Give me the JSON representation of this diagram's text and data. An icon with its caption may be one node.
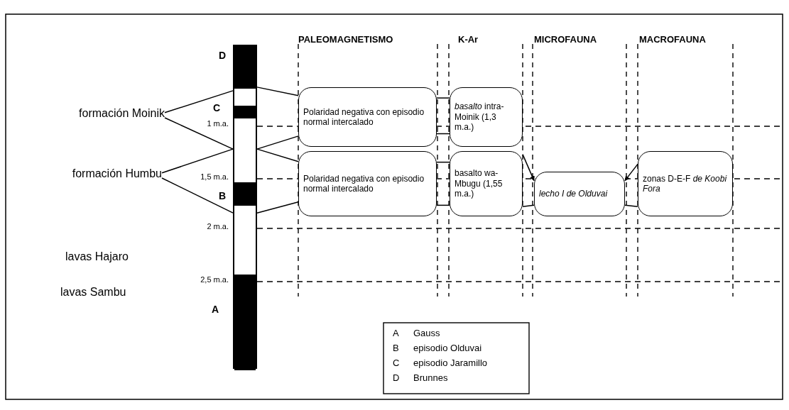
{
  "diagram": {
    "nodes": [
      {
        "text": [
          "formación Moinik"
        ]
      },
      {
        "text": [
          "formación Humbu"
        ]
      },
      {
        "text": [],
        "shape": "bar"
      },
      {
        "text": [
          "Polaridad negativa con episodio normal intercalado"
        ]
      },
      {
        "text": [
          "Polaridad negativa con episodio normal intercalado"
        ]
      },
      {
        "text": [
          "*basalto* intra-Moinik (1,3 m.a.)"
        ]
      },
      {
        "text": [
          "basalto wa-Mbugu (1,55 m.a.)"
        ]
      },
      {
        "text": [
          "lecho I de Olduvai"
        ]
      },
      {
        "text": [
          "zonas D-E-F *de Koobi Fora*"
        ]
      }
    ],
    "edges": [
      {
        "from": 0,
        "to": 2,
        "arrow": "none"
      },
      {
        "from": 0,
        "to": 2,
        "arrow": "none"
      },
      {
        "from": 1,
        "to": 2,
        "arrow": "none"
      },
      {
        "from": 1,
        "to": 2,
        "arrow": "none"
      },
      {
        "from": 2,
        "to": 3,
        "arrow": "none"
      },
      {
        "from": 2,
        "to": 3,
        "arrow": "none"
      },
      {
        "from": 2,
        "to": 4,
        "arrow": "none"
      },
      {
        "from": 2,
        "to": 4,
        "arrow": "none"
      },
      {
        "from": 3,
        "to": 5,
        "arrow": "none"
      },
      {
        "from": 3,
        "to": 5,
        "arrow": "none"
      },
      {
        "from": 4,
        "to": 6,
        "arrow": "none"
      },
      {
        "from": 4,
        "to": 6,
        "arrow": "none"
      },
      {
        "from": 6,
        "to": 7,
        "arrow": "to"
      },
      {
        "from": 6,
        "to": 7,
        "arrow": "none"
      },
      {
        "from": 8,
        "to": 7,
        "arrow": "to"
      },
      {
        "from": 7,
        "to": 8,
        "arrow": "none"
      }
    ],
    "labels": [
      "PALEOMAGNETISMO",
      "K-Ar",
      "MICROFAUNA",
      "MACROFAUNA",
      "D",
      "C",
      "1 m.a.",
      "1,5 m.a.",
      "B",
      "2 m.a.",
      "lavas Hajaro",
      "2,5 m.a.",
      "lavas Sambu",
      "A",
      "A",
      "Gauss",
      "B",
      "episodio Olduvai",
      "C",
      "episodio Jaramillo",
      "D",
      "Brunnes"
    ]
  }
}
